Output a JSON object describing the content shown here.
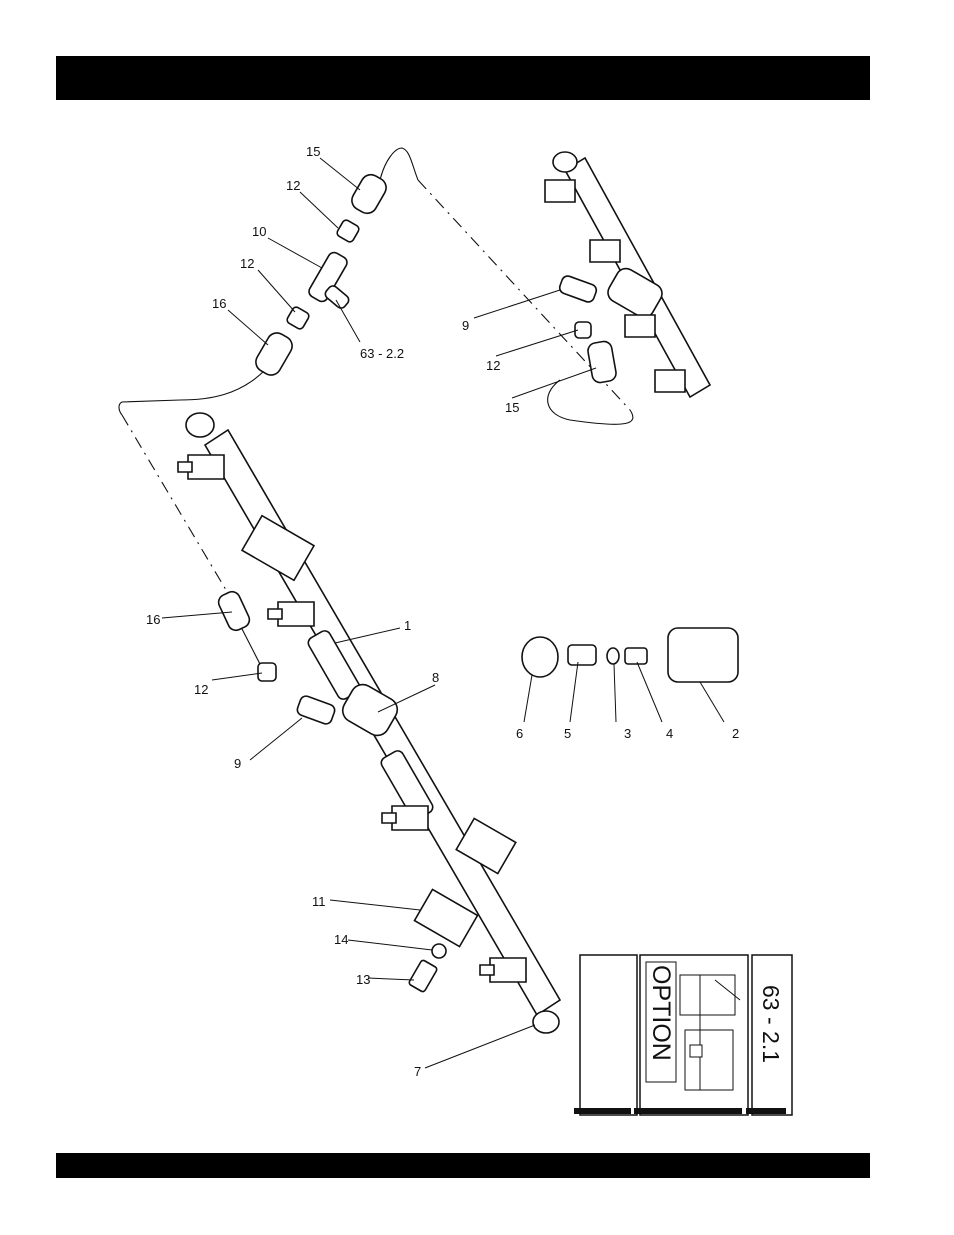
{
  "callouts": {
    "c1": "1",
    "c2": "2",
    "c3": "3",
    "c4": "4",
    "c5": "5",
    "c6": "6",
    "c7": "7",
    "c8": "8",
    "c9a": "9",
    "c9b": "9",
    "c10": "10",
    "c11": "11",
    "c12a": "12",
    "c12b": "12",
    "c12c": "12",
    "c13": "13",
    "c14": "14",
    "c15a": "15",
    "c15b": "15",
    "c16a": "16",
    "c16b": "16",
    "ref": "63 - 2.2"
  },
  "badge": {
    "option_label": "OPTION",
    "page_ref": "63 - 2.1"
  }
}
